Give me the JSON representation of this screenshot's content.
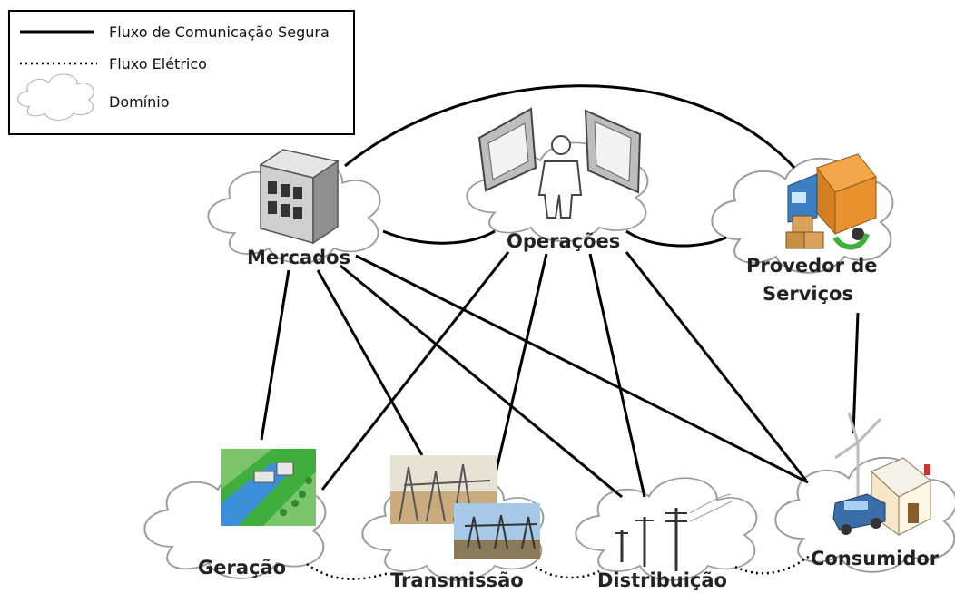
{
  "legend": {
    "secure_flow": "Fluxo de Comunicação Segura",
    "electric_flow": "Fluxo Elétrico",
    "domain": "Domínio"
  },
  "nodes": {
    "mercados": "Mercados",
    "operacoes": "Operações",
    "provedor_line1": "Provedor de",
    "provedor_line2": "Serviços",
    "geracao": "Geração",
    "transmissao": "Transmissão",
    "distribuicao": "Distribuição",
    "consumidor": "Consumidor"
  },
  "icons": {
    "mercados": "building-icon",
    "operacoes": "operator-workstation-icon",
    "provedor": "delivery-truck-icon",
    "geracao": "dam-icon",
    "transmissao": "substation-photo",
    "distribuicao": "utility-poles-icon",
    "consumidor": "house-wind-turbine-icon"
  },
  "colors": {
    "line": "#000000",
    "cloud_stroke": "#9a9a9a",
    "box_orange": "#e8912d",
    "truck_blue": "#3b7ec2",
    "grass_green": "#3fae3c",
    "water_blue": "#3a8fd8"
  }
}
